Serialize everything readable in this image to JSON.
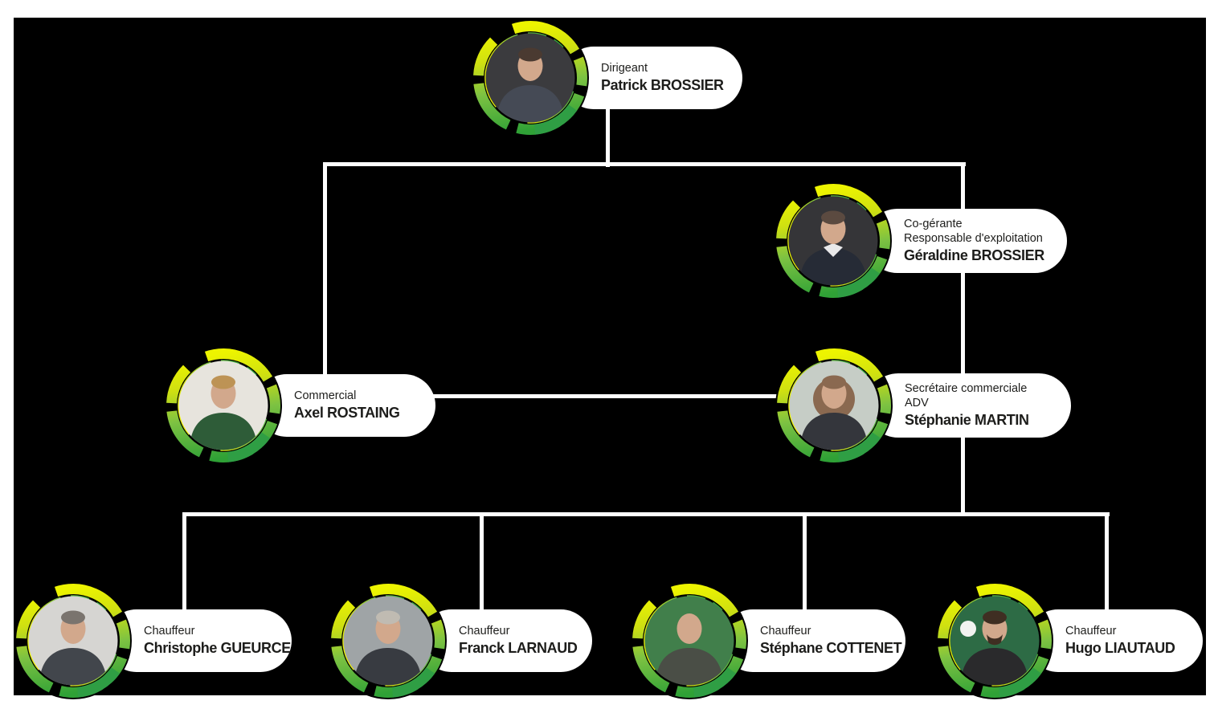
{
  "page": {
    "background": "#ffffff",
    "board_background": "#000000"
  },
  "style_colors": {
    "ring_gradient": [
      "#2fa136",
      "#7dc242",
      "#cfe011",
      "#edf400"
    ],
    "ring_green_accent": "#2f9e44",
    "card_background": "#ffffff",
    "text_color": "#1d1d1b",
    "connector_color": "#ffffff"
  },
  "org_chart": {
    "nodes": [
      {
        "id": "patrick-brossier",
        "roles": [
          "Dirigeant"
        ],
        "name": "Patrick BROSSIER",
        "photo": {
          "bg": "#3b3b3e",
          "hair": "#4a3a31",
          "shirt": "#454a55"
        }
      },
      {
        "id": "geraldine-brossier",
        "roles": [
          "Co-gérante",
          "Responsable d'exploitation"
        ],
        "name": "Géraldine BROSSIER",
        "photo": {
          "bg": "#353538",
          "hair": "#5b4a40",
          "shirt": "#262b36"
        }
      },
      {
        "id": "axel-rostaing",
        "roles": [
          "Commercial"
        ],
        "name": "Axel ROSTAING",
        "photo": {
          "bg": "#e7e4dd",
          "hair": "#bd9355",
          "shirt": "#2e5c38"
        }
      },
      {
        "id": "stephanie-martin",
        "roles": [
          "Secrétaire commerciale",
          "ADV"
        ],
        "name": "Stéphanie MARTIN",
        "photo": {
          "bg": "#c6cdc6",
          "hair": "#8a6950",
          "shirt": "#34363c"
        }
      },
      {
        "id": "christophe-gueurce",
        "roles": [
          "Chauffeur"
        ],
        "name": "Christophe GUEURCE",
        "photo": {
          "bg": "#d6d5d2",
          "hair": "#7a746e",
          "shirt": "#42464c"
        }
      },
      {
        "id": "franck-larnaud",
        "roles": [
          "Chauffeur"
        ],
        "name": "Franck LARNAUD",
        "photo": {
          "bg": "#9fa4a6",
          "hair": "#c0bbb2",
          "shirt": "#383b41"
        }
      },
      {
        "id": "stephane-cottenet",
        "roles": [
          "Chauffeur"
        ],
        "name": "Stéphane COTTENET",
        "photo": {
          "bg": "#417f4b",
          "hair": "#c9a183",
          "shirt": "#4a4e46"
        }
      },
      {
        "id": "hugo-liautaud",
        "roles": [
          "Chauffeur"
        ],
        "name": "Hugo LIAUTAUD",
        "photo": {
          "bg": "#2d6b45",
          "hair": "#3f2e22",
          "shirt": "#2a2a2c"
        }
      }
    ],
    "edges": [
      {
        "from": "patrick-brossier",
        "to": "geraldine-brossier",
        "type": "hierarchy"
      },
      {
        "from": "patrick-brossier",
        "to": "axel-rostaing",
        "type": "hierarchy"
      },
      {
        "from": "geraldine-brossier",
        "to": "stephanie-martin",
        "type": "hierarchy"
      },
      {
        "from": "axel-rostaing",
        "to": "stephanie-martin",
        "type": "lateral"
      },
      {
        "from": "stephanie-martin",
        "to": "christophe-gueurce",
        "type": "hierarchy"
      },
      {
        "from": "stephanie-martin",
        "to": "franck-larnaud",
        "type": "hierarchy"
      },
      {
        "from": "stephanie-martin",
        "to": "stephane-cottenet",
        "type": "hierarchy"
      },
      {
        "from": "stephanie-martin",
        "to": "hugo-liautaud",
        "type": "hierarchy"
      }
    ]
  }
}
